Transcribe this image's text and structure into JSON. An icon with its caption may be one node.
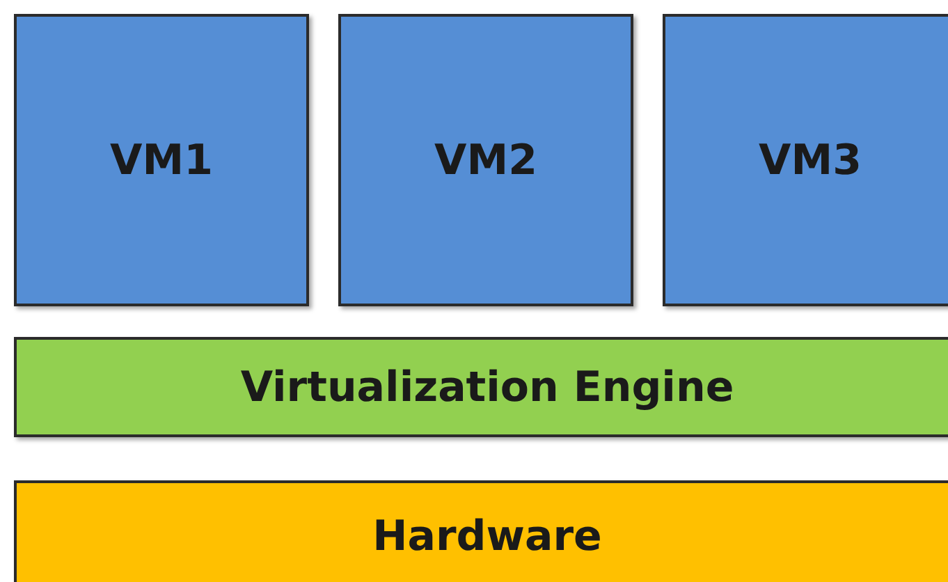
{
  "diagram": {
    "nodes": [
      {
        "text": [
          "VM1"
        ]
      },
      {
        "text": [
          "VM2"
        ]
      },
      {
        "text": [
          "VM3"
        ]
      },
      {
        "text": [
          "Virtualization Engine"
        ]
      },
      {
        "text": [
          "Hardware"
        ]
      }
    ]
  }
}
